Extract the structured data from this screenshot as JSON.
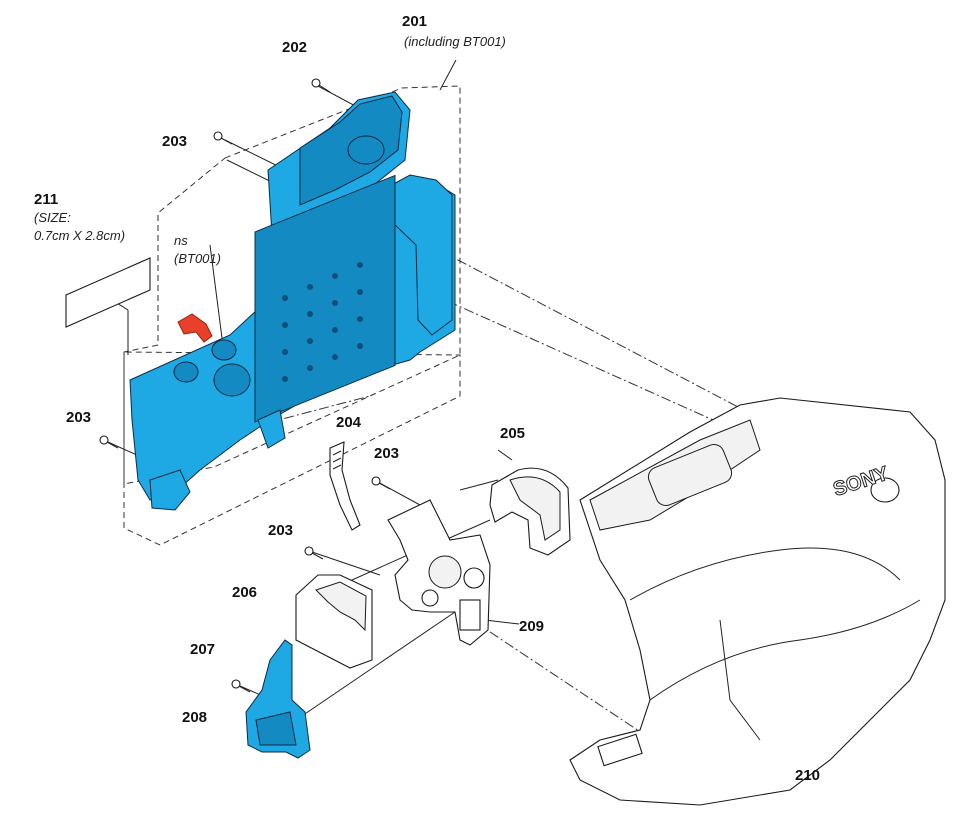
{
  "diagram": {
    "callouts": [
      {
        "id": "c201",
        "number": "201",
        "note": "(including BT001)"
      },
      {
        "id": "c202",
        "number": "202",
        "note": ""
      },
      {
        "id": "c203a",
        "number": "203",
        "note": ""
      },
      {
        "id": "c211",
        "number": "211",
        "note": "(SIZE:",
        "note2": "0.7cm X 2.8cm)"
      },
      {
        "id": "cns",
        "number": "ns",
        "note": "(BT001)"
      },
      {
        "id": "c203b",
        "number": "203",
        "note": ""
      },
      {
        "id": "c204",
        "number": "204",
        "note": ""
      },
      {
        "id": "c203c",
        "number": "203",
        "note": ""
      },
      {
        "id": "c205",
        "number": "205",
        "note": ""
      },
      {
        "id": "c203d",
        "number": "203",
        "note": ""
      },
      {
        "id": "c206",
        "number": "206",
        "note": ""
      },
      {
        "id": "c209",
        "number": "209",
        "note": ""
      },
      {
        "id": "c207",
        "number": "207",
        "note": ""
      },
      {
        "id": "c208",
        "number": "208",
        "note": ""
      },
      {
        "id": "c210",
        "number": "210",
        "note": ""
      }
    ],
    "brand_mark": "SONY",
    "colors": {
      "highlight": "#1fa9e4",
      "outline": "#1a1a1a",
      "marker": "#e8412a"
    }
  }
}
